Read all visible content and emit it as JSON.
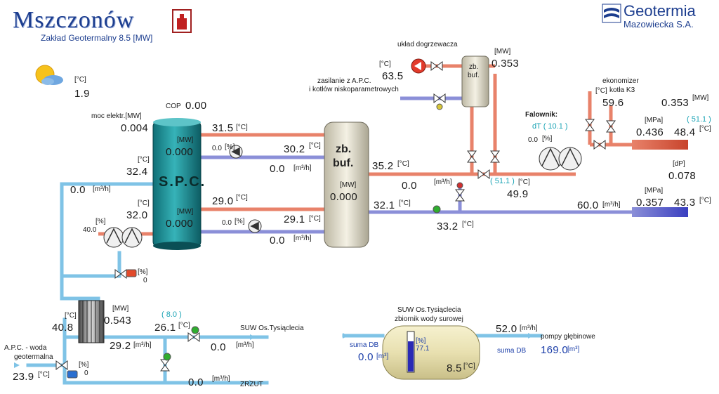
{
  "header": {
    "title": "Mszczonów",
    "subtitle": "Zakład Geotermalny 8.5 [MW]",
    "brand_line1": "Geotermia",
    "brand_line2": "Mazowiecka S.A."
  },
  "weather": {
    "unit": "[°C]",
    "value": "1.9"
  },
  "spc": {
    "label": "S.P.C.",
    "cop_label": "COP",
    "cop_value": "0.00",
    "power_label": "moc elektr.[MW]",
    "power_value": "0.004",
    "upper_unit": "[MW]",
    "upper_value": "0.000",
    "lower_unit": "[MW]",
    "lower_value": "0.000",
    "left_upper_temp": "32.4",
    "left_upper_unit": "[°C]",
    "left_lower_temp": "32.0",
    "left_lower_unit": "[°C]",
    "left_flow": "0.0",
    "left_flow_unit": "[m³/h]",
    "pump_speed_unit": "[%]",
    "pump_speed": "40.0"
  },
  "spc_to_buffer": {
    "upper_out_temp": "31.5",
    "upper_out_unit": "[°C]",
    "upper_pump_pct": "0.0",
    "upper_pump_unit": "[%]",
    "upper_ret_temp": "30.2",
    "upper_ret_unit": "[°C]",
    "upper_flow": "0.0",
    "upper_flow_unit": "[m³/h]",
    "lower_out_temp": "29.0",
    "lower_out_unit": "[°C]",
    "lower_pump_pct": "0.0",
    "lower_pump_unit": "[%]",
    "lower_ret_temp": "29.1",
    "lower_ret_unit": "[°C]",
    "lower_flow": "0.0",
    "lower_flow_unit": "[m³/h]"
  },
  "buffer": {
    "label_line1": "zb.",
    "label_line2": "buf.",
    "unit": "[MW]",
    "value": "0.000",
    "out_temp": "35.2",
    "out_unit": "[°C]",
    "ret_temp": "32.1",
    "ret_unit": "[°C]"
  },
  "valve_left": {
    "unit": "[%]",
    "value": "0"
  },
  "exchanger": {
    "temp_unit": "[°C]",
    "temp": "40.8",
    "power_unit": "[MW]",
    "power": "0.543",
    "flow": "29.2",
    "flow_unit": "[m³/h]",
    "out_temp": "26.1",
    "out_unit": "[°C]",
    "setpoint": "( 8.0 )"
  },
  "geo_water": {
    "label_line1": "A.P.C. - woda",
    "label_line2": "geotermalna",
    "temp": "23.9",
    "temp_unit": "[°C]",
    "valve_unit": "[%]",
    "valve_value": "0"
  },
  "suw_out": {
    "label": "SUW Os.Tysiąclecia",
    "flow": "0.0",
    "flow_unit": "[m³/h]"
  },
  "zrzut": {
    "flow": "0.0",
    "flow_unit": "[m³/h]",
    "label": "ZRZUT"
  },
  "tank": {
    "title_line1": "SUW Os.Tysiąclecia",
    "title_line2": "zbiornik wody surowej",
    "level_unit": "[%]",
    "level_value": "77.1",
    "level_fraction": 0.771,
    "temp": "8.5",
    "temp_unit": "[°C]",
    "in_label": "suma DB",
    "in_value": "0.0",
    "in_unit": "[m³]",
    "out_flow": "52.0",
    "out_flow_unit": "[m³/h]",
    "sum_label": "suma DB",
    "sum_value": "169.0",
    "sum_unit": "[m³]",
    "pumps_label": "pompy głębinowe"
  },
  "reheater": {
    "title": "układ dogrzewacza",
    "temp_unit": "[°C]",
    "temp": "63.5",
    "supply_line1": "zasilanie z A.P.C.",
    "supply_line2": "i kotłów niskoparametrowych",
    "buf_line1": "zb.",
    "buf_line2": "buf.",
    "power_unit": "[MW]",
    "power": "0.353"
  },
  "district": {
    "falownik_label": "Falownik:",
    "dt_label": "dT ( 10.1 )",
    "pump_pct": "0.0",
    "pump_unit": "[%]",
    "mix_flow": "0.0",
    "mix_flow_unit": "[m³/h]",
    "mix_setpoint": "( 51.1 )",
    "mix_temp_unit": "[°C]",
    "mix_temp": "49.9",
    "return_temp": "33.2",
    "return_temp_unit": "[°C]",
    "economizer_line1": "ekonomizer",
    "economizer_line2": "kotła K3",
    "econ_unit": "[°C]",
    "econ_temp": "59.6",
    "supply_power": "0.353",
    "supply_power_unit": "[MW]",
    "supply_setpoint": "( 51.1 )",
    "supply_pressure_unit": "[MPa]",
    "supply_pressure": "0.436",
    "supply_temp": "48.4",
    "supply_temp_unit": "[°C]",
    "dp_unit": "[dP]",
    "dp": "0.078",
    "return_flow": "60.0",
    "return_flow_unit": "[m³/h]",
    "return_pressure_unit": "[MPa]",
    "return_pressure": "0.357",
    "return_temp_out": "43.3",
    "return_temp_out_unit": "[°C]"
  },
  "colors": {
    "hot_pipe": "#e8826a",
    "cold_pipe": "#8b8fd8",
    "water_pipe": "#7fc3e6",
    "spc_tank": "#1d8f96",
    "buffer_tank": "#e9e5d4"
  }
}
